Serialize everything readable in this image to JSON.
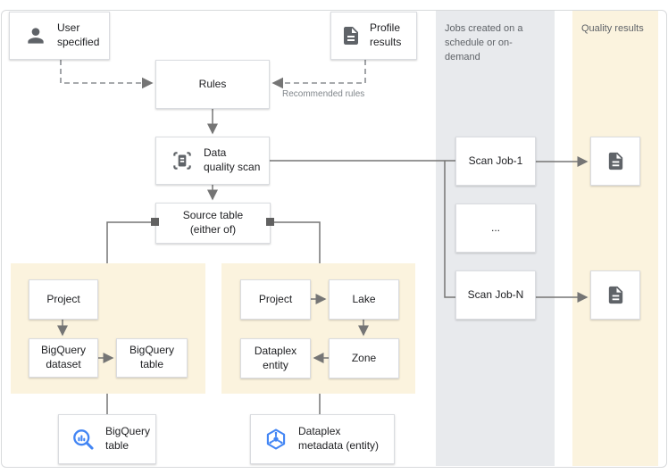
{
  "columns": {
    "jobs": {
      "label": "Jobs created on a\nschedule or on-demand"
    },
    "quality": {
      "label": "Quality results"
    }
  },
  "nodes": {
    "user_specified": {
      "label": "User\nspecified",
      "icon": "person-icon"
    },
    "profile_results": {
      "label": "Profile\nresults",
      "icon": "file-icon"
    },
    "rules": {
      "label": "Rules"
    },
    "data_quality_scan": {
      "label": "Data\nquality scan",
      "icon": "scan-document-icon"
    },
    "source_table": {
      "label": "Source table\n(either of)"
    },
    "project_bigquery": {
      "label": "Project"
    },
    "bigquery_dataset": {
      "label": "BigQuery\ndataset"
    },
    "bigquery_table": {
      "label": "BigQuery\ntable"
    },
    "project_dataplex": {
      "label": "Project"
    },
    "lake": {
      "label": "Lake"
    },
    "zone": {
      "label": "Zone"
    },
    "dataplex_entity": {
      "label": "Dataplex\nentity"
    },
    "scan_job_1": {
      "label": "Scan Job-1"
    },
    "scan_job_ellipsis": {
      "label": "..."
    },
    "scan_job_n": {
      "label": "Scan Job-N"
    },
    "bigquery_table_output": {
      "label": "BigQuery\ntable",
      "icon": "bigquery-icon"
    },
    "dataplex_metadata_output": {
      "label": "Dataplex\nmetadata (entity)",
      "icon": "dataplex-icon"
    },
    "quality_result_1": {
      "icon": "file-icon"
    },
    "quality_result_2": {
      "icon": "file-icon"
    }
  },
  "annotations": {
    "recommended_rules": "Recommended rules"
  },
  "colors": {
    "jobs_column_bg": "#e8eaed",
    "quality_column_bg": "#fbf3de",
    "panel_bg": "#fbf3de",
    "line_gray": "#757575",
    "icon_gray": "#5f6368",
    "accent_blue": "#4285f4",
    "text": "#202124"
  }
}
